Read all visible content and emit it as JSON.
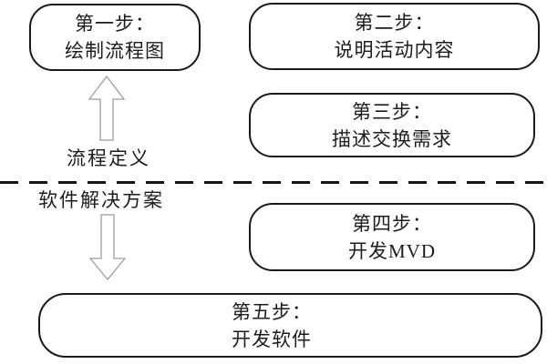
{
  "diagram": {
    "boxes": [
      {
        "id": "step1",
        "line1": "第一步：",
        "line2": "绘制流程图"
      },
      {
        "id": "step2",
        "line1": "第二步：",
        "line2": "说明活动内容"
      },
      {
        "id": "step3",
        "line1": "第三步：",
        "line2": "描述交换需求"
      },
      {
        "id": "step4",
        "line1": "第四步：",
        "line2": "开发MVD"
      },
      {
        "id": "step5",
        "line1": "第五步：",
        "line2": "开发软件"
      }
    ],
    "labels": {
      "process_definition": "流程定义",
      "software_solution": "软件解决方案"
    },
    "icons": {
      "up_arrow": "hollow-up-arrow",
      "down_arrow": "hollow-down-arrow"
    },
    "colors": {
      "background": "#ffffff",
      "box_border": "#1a1a1a",
      "text": "#1c1c1c",
      "arrow_outline": "#9c9c9c",
      "dashed_line": "#141414"
    }
  }
}
